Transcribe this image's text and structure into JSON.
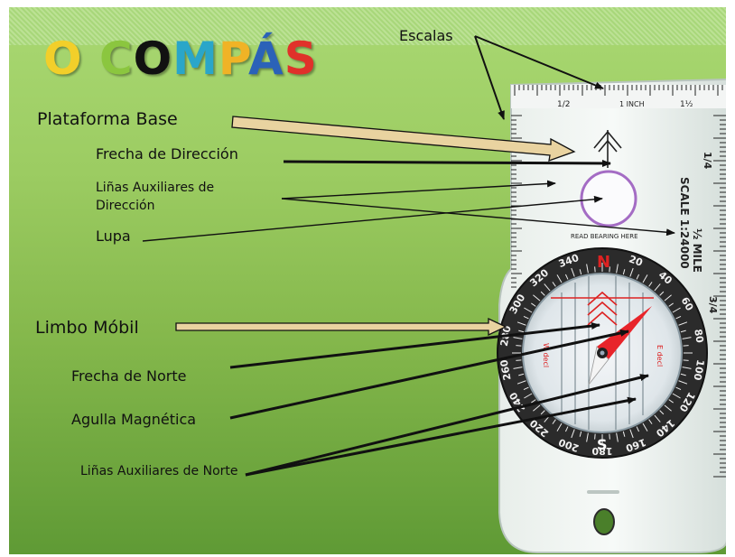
{
  "title": {
    "letters": [
      {
        "ch": "O",
        "color": "#f2cf2a"
      },
      {
        "ch": " ",
        "color": "#000000"
      },
      {
        "ch": "C",
        "color": "#8bc63f"
      },
      {
        "ch": "O",
        "color": "#111111"
      },
      {
        "ch": "M",
        "color": "#2aa6c9"
      },
      {
        "ch": "P",
        "color": "#f0b326"
      },
      {
        "ch": "Á",
        "color": "#2b62b8"
      },
      {
        "ch": "S",
        "color": "#e0312a"
      }
    ]
  },
  "labels": {
    "escalas": "Escalas",
    "plataforma_base": "Plataforma Base",
    "frecha_direccion": "Frecha de Dirección",
    "linas_aux_direccion": "Liñas Auxiliares de Dirección",
    "lupa": "Lupa",
    "limbo_mobil": "Limbo Móbil",
    "frecha_norte": "Frecha de Norte",
    "agulla_magnetica": "Agulla Magnética",
    "linas_aux_norte": "Liñas Auxiliares de Norte"
  },
  "compass": {
    "scale_text": "SCALE 1:24000",
    "mile_text": "½ MILE",
    "read_bearing": "READ BEARING HERE",
    "ruler_half": "1/2",
    "ruler_one": "1 INCH",
    "ruler_one_half": "1½",
    "quarter_mark": "1/4",
    "three_quarter_mark": "3/4",
    "north_letter": "N",
    "south_letter": "S",
    "east_label": "E decl",
    "west_label": "W decl",
    "bezel_numbers": [
      "20",
      "40",
      "60",
      "80",
      "100",
      "120",
      "140",
      "160",
      "180",
      "200",
      "220",
      "240",
      "260",
      "280",
      "300",
      "320",
      "340"
    ]
  },
  "colors": {
    "arrow_fill": "#e9d3a0",
    "needle_red": "#e8242a",
    "magnifier_ring": "#a46cc4",
    "north_red": "#d22"
  }
}
